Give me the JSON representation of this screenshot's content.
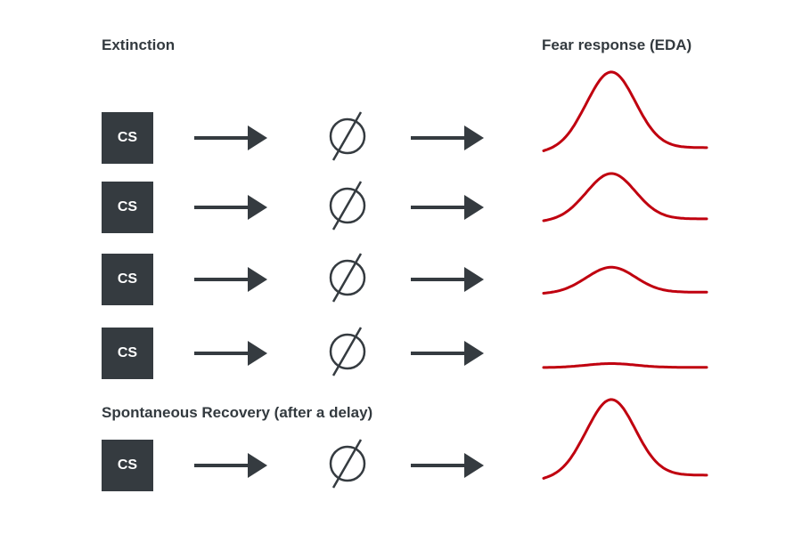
{
  "headings": {
    "extinction": "Extinction",
    "fear_response": "Fear response (EDA)",
    "spontaneous_recovery": "Spontaneous Recovery (after a delay)"
  },
  "colors": {
    "box": "#353b40",
    "arrow": "#353b40",
    "curve": "#c0000f",
    "heading": "#333a3f"
  },
  "icons": [
    "right-arrow-icon",
    "empty-set-icon"
  ],
  "trials": [
    {
      "stimulus": "CS",
      "outcome": "∅",
      "response_peak": 1.0
    },
    {
      "stimulus": "CS",
      "outcome": "∅",
      "response_peak": 0.6
    },
    {
      "stimulus": "CS",
      "outcome": "∅",
      "response_peak": 0.33
    },
    {
      "stimulus": "CS",
      "outcome": "∅",
      "response_peak": 0.05
    }
  ],
  "recovery_trial": {
    "stimulus": "CS",
    "outcome": "∅",
    "response_peak": 1.0
  }
}
